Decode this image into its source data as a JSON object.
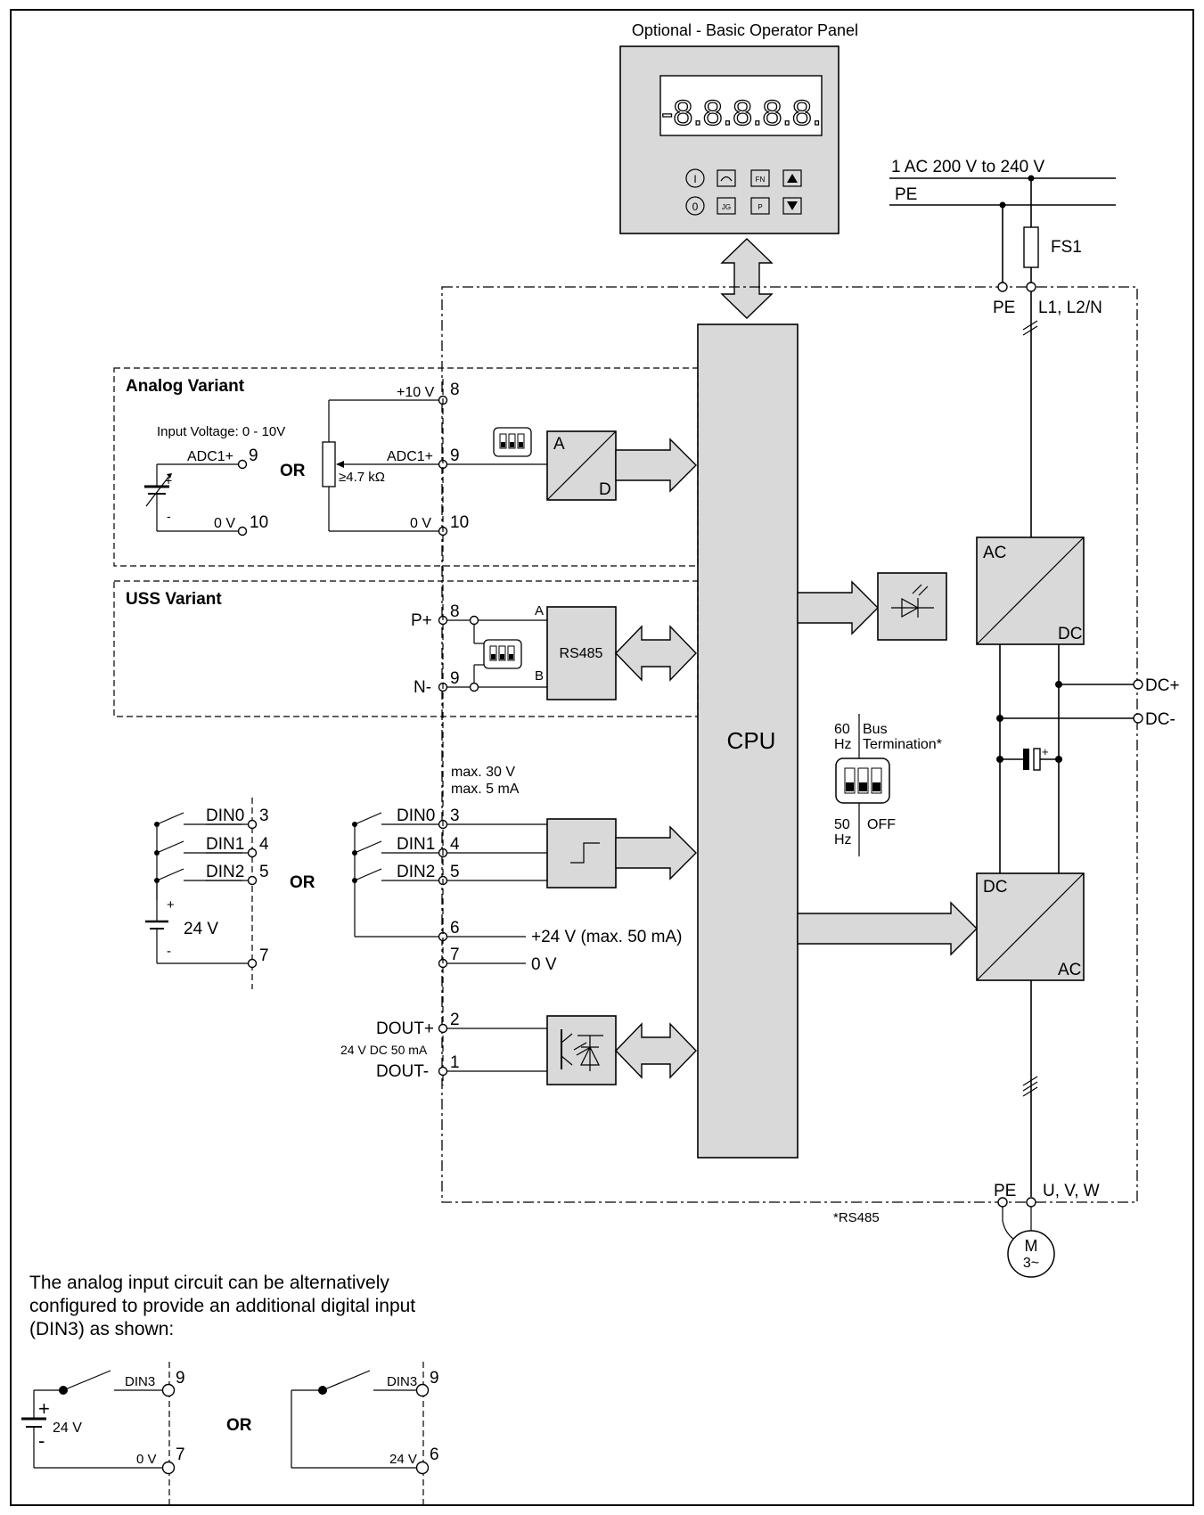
{
  "panel": {
    "title": "Optional - Basic Operator Panel",
    "display": "-8.8.8.8.8.",
    "buttons": [
      "I",
      "0",
      "JG",
      "FN",
      "P"
    ]
  },
  "supply": {
    "label": "1 AC 200 V to 240 V",
    "pe": "PE",
    "fuse": "FS1",
    "pe_term": "PE",
    "line_term": "L1, L2/N"
  },
  "analog": {
    "title": "Analog Variant",
    "input_voltage": "Input Voltage: 0 - 10V",
    "adc_plus": "ADC1+",
    "zero_v": "0 V",
    "or": "OR",
    "plus10": "+10 V",
    "adc_plus_right": "ADC1+",
    "pot": "≥4.7 kΩ",
    "zero_v_right": "0 V",
    "t8": "8",
    "t9": "9",
    "t10": "10",
    "t9l": "9",
    "t10l": "10",
    "a": "A",
    "d": "D"
  },
  "uss": {
    "title": "USS Variant",
    "pplus": "P+",
    "nminus": "N-",
    "rs485": "RS485",
    "a": "A",
    "b": "B",
    "t8": "8",
    "t9": "9"
  },
  "cpu": "CPU",
  "converter": {
    "ac1": "AC",
    "dc1": "DC",
    "dc2": "DC",
    "ac2": "AC",
    "dcplus": "DC+",
    "dcminus": "DC-",
    "pe_out": "PE",
    "uvw": "U, V, W",
    "motor": "M",
    "motor_sub": "3~",
    "rs485_note": "*RS485"
  },
  "switch": {
    "hz60": "60",
    "hz60u": "Hz",
    "hz50": "50",
    "hz50u": "Hz",
    "bus": "Bus",
    "termination": "Termination*",
    "off": "OFF"
  },
  "digital": {
    "max30": "max. 30 V",
    "max5": "max. 5 mA",
    "din0": "DIN0",
    "din1": "DIN1",
    "din2": "DIN2",
    "t3": "3",
    "t4": "4",
    "t5": "5",
    "t6": "6",
    "t7": "7",
    "plus24": "+24 V (max. 50 mA)",
    "zero_v": "0 V",
    "v24": "24 V",
    "plus": "+",
    "minus": "-",
    "or": "OR",
    "l_din0": "DIN0",
    "l_din1": "DIN1",
    "l_din2": "DIN2",
    "l3": "3",
    "l4": "4",
    "l5": "5",
    "l7": "7"
  },
  "dout": {
    "plus": "DOUT+",
    "minus": "DOUT-",
    "rating": "24 V DC 50 mA",
    "t2": "2",
    "t1": "1"
  },
  "note": {
    "line1": "The analog input circuit can be alternatively",
    "line2": "configured to provide an additional digital input",
    "line3": "(DIN3) as shown:",
    "din3a": "DIN3",
    "din3b": "DIN3",
    "n9a": "9",
    "n9b": "9",
    "n7": "7",
    "n6": "6",
    "v24": "24 V",
    "zero_v": "0 V",
    "v24b": "24 V",
    "or": "OR",
    "plus": "+",
    "minus": "-"
  }
}
